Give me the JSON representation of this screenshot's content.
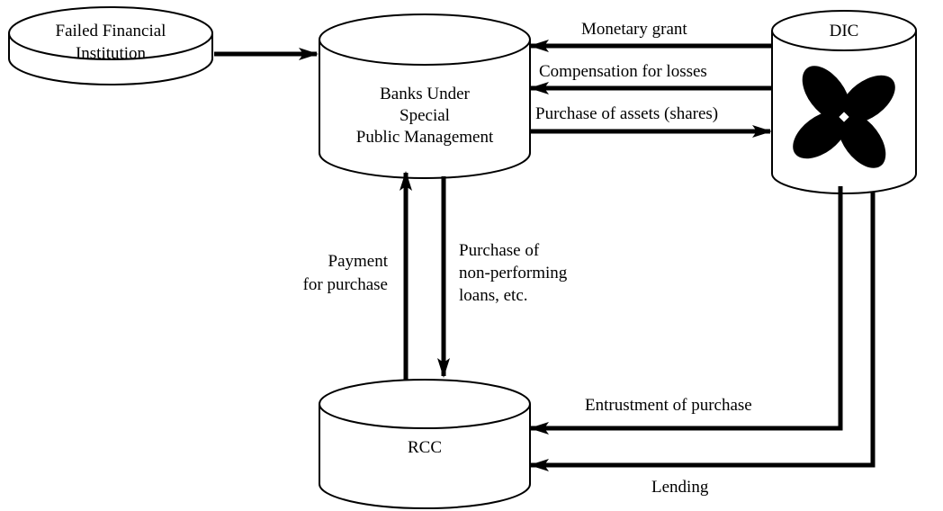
{
  "nodes": {
    "failed": {
      "lines": [
        "Failed Financial",
        "Institution"
      ]
    },
    "banks": {
      "lines": [
        "Banks Under",
        "Special",
        "Public Management"
      ]
    },
    "dic": {
      "label": "DIC",
      "logo_icon": "pinwheel-icon"
    },
    "rcc": {
      "label": "RCC"
    }
  },
  "flows": {
    "monetary_grant": "Monetary grant",
    "compensation": "Compensation for losses",
    "purchase_assets": "Purchase of assets (shares)",
    "payment": [
      "Payment",
      "for purchase"
    ],
    "purchase_npl": [
      "Purchase of",
      "non-performing",
      "loans, etc."
    ],
    "entrustment": "Entrustment of purchase",
    "lending": "Lending"
  },
  "colors": {
    "stroke": "#000000",
    "background": "#ffffff"
  }
}
